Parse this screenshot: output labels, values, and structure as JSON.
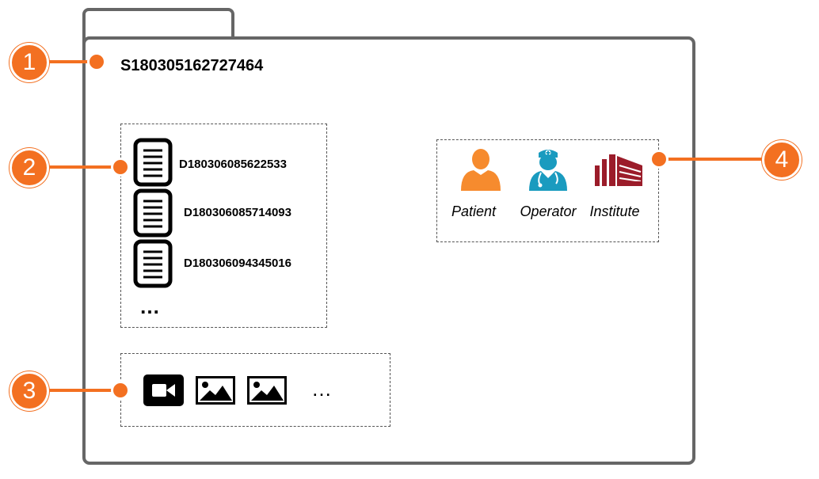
{
  "series_id": "S180305162727464",
  "documents": [
    {
      "id": "D180306085622533"
    },
    {
      "id": "D180306085714093"
    },
    {
      "id": "D180306094345016"
    }
  ],
  "documents_more": "…",
  "media": {
    "items": [
      {
        "icon": "video-camera-icon"
      },
      {
        "icon": "image-icon"
      },
      {
        "icon": "image-icon"
      }
    ],
    "more": "…"
  },
  "entities": [
    {
      "label": "Patient",
      "icon": "patient-icon",
      "color": "#f68b2e"
    },
    {
      "label": "Operator",
      "icon": "operator-icon",
      "color": "#1a9bbf"
    },
    {
      "label": "Institute",
      "icon": "institute-icon",
      "color": "#9b1c2a"
    }
  ],
  "callouts": [
    "1",
    "2",
    "3",
    "4"
  ],
  "accent_color": "#f37021"
}
